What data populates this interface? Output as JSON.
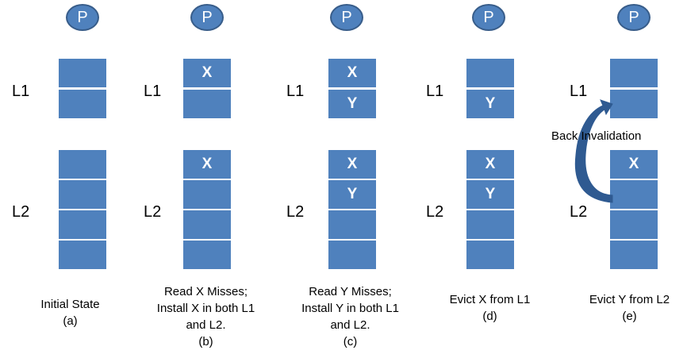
{
  "colors": {
    "block": "#4f81bd",
    "processor": "#4f81bd",
    "processor_border": "#385d8a",
    "arrow": "#2f5a91"
  },
  "level_labels": {
    "l1": "L1",
    "l2": "L2"
  },
  "panels": [
    {
      "processor": "P",
      "l1": [
        "",
        ""
      ],
      "l2": [
        "",
        "",
        "",
        ""
      ],
      "caption": [
        "Initial State",
        "(a)"
      ]
    },
    {
      "processor": "P",
      "l1": [
        "X",
        ""
      ],
      "l2": [
        "X",
        "",
        "",
        ""
      ],
      "caption": [
        "Read X Misses;",
        "Install X in both L1",
        "and L2.",
        "(b)"
      ]
    },
    {
      "processor": "P",
      "l1": [
        "X",
        "Y"
      ],
      "l2": [
        "X",
        "Y",
        "",
        ""
      ],
      "caption": [
        "Read Y Misses;",
        "Install Y in both L1",
        "and L2.",
        "(c)"
      ]
    },
    {
      "processor": "P",
      "l1": [
        "",
        "Y"
      ],
      "l2": [
        "X",
        "Y",
        "",
        ""
      ],
      "caption": [
        "Evict X from L1",
        "(d)"
      ]
    },
    {
      "processor": "P",
      "l1": [
        "",
        ""
      ],
      "l2": [
        "X",
        "",
        "",
        ""
      ],
      "caption": [
        "Evict  Y from L2",
        "(e)"
      ]
    }
  ],
  "annotation": {
    "back_invalidation": "Back Invalidation"
  }
}
